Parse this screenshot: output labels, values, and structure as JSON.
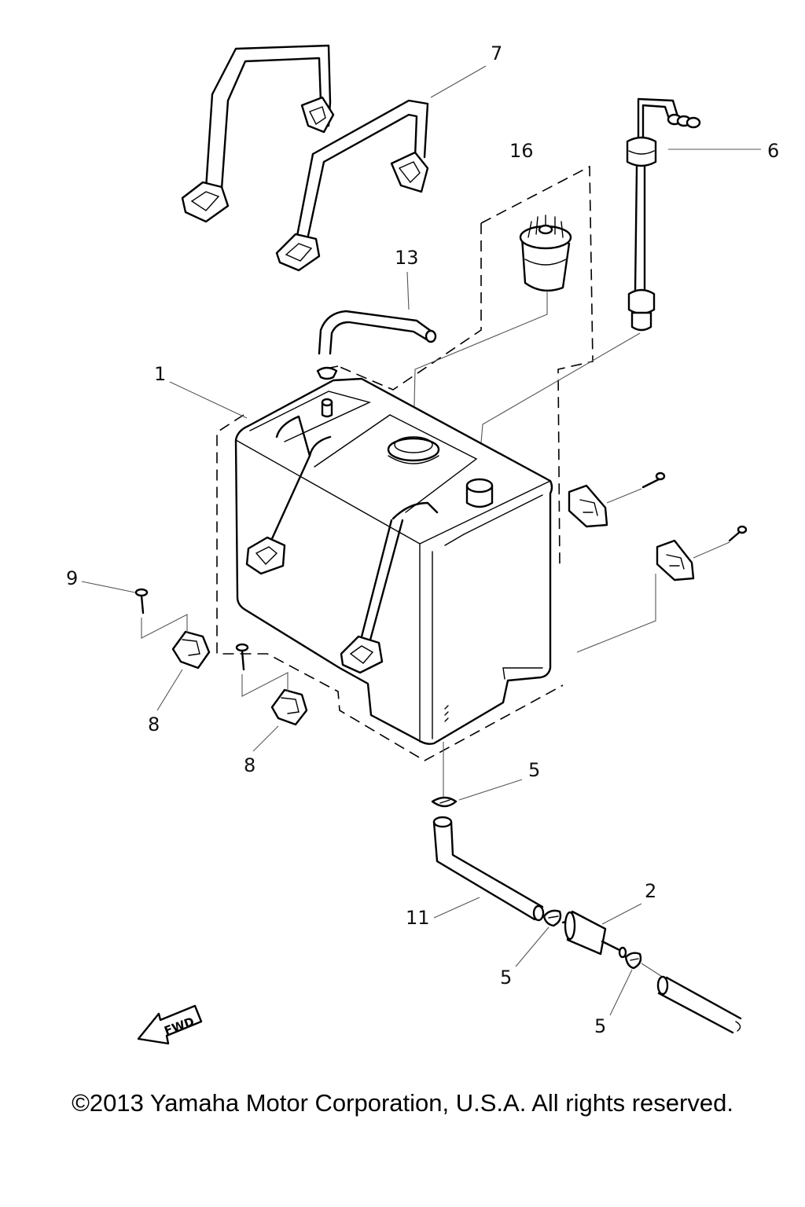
{
  "callouts": {
    "c1": "1",
    "c2": "2",
    "c5a": "5",
    "c5b": "5",
    "c5c": "5",
    "c6": "6",
    "c7": "7",
    "c8a": "8",
    "c8b": "8",
    "c9": "9",
    "c11": "11",
    "c13": "13",
    "c16": "16"
  },
  "fwd_label": "FWD",
  "copyright": "©2013 Yamaha Motor Corporation, U.S.A. All rights reserved."
}
